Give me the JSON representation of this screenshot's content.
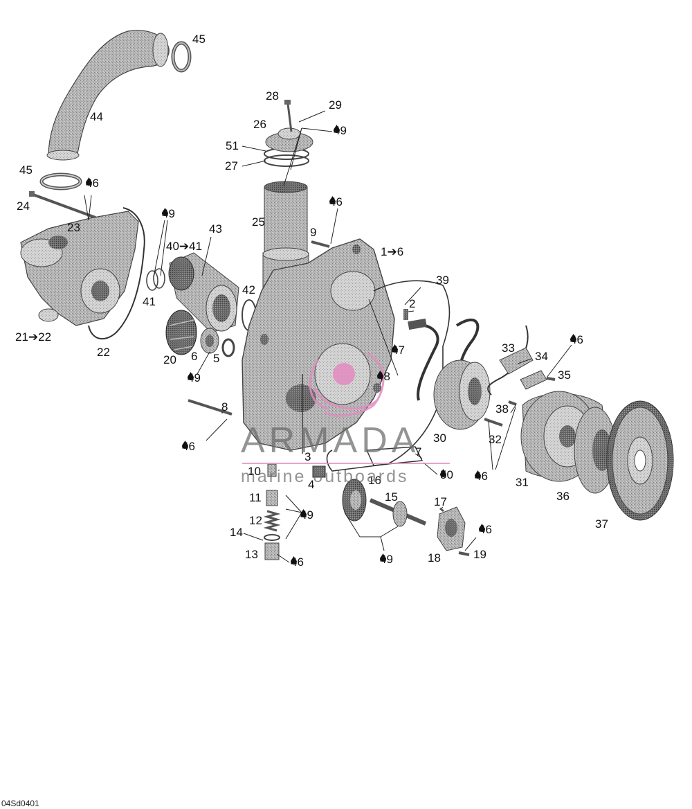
{
  "diagram": {
    "reference": "04Sd0401",
    "watermark": {
      "brand": "ARMADA",
      "subtitle": "marine outboards"
    },
    "colors": {
      "parts": "#a9a9a9",
      "lines": "#222222",
      "watermark_pink": "#e48bc0",
      "watermark_gray": "#6b6b6b"
    },
    "icons": {
      "lubricant": "drop-icon"
    },
    "callouts": [
      {
        "id": "c45a",
        "text": "45"
      },
      {
        "id": "c44",
        "text": "44"
      },
      {
        "id": "c45b",
        "text": "45"
      },
      {
        "id": "c46a",
        "text": "46",
        "drop": true
      },
      {
        "id": "c24",
        "text": "24"
      },
      {
        "id": "c23",
        "text": "23"
      },
      {
        "id": "c21",
        "text": "21➔22"
      },
      {
        "id": "c22",
        "text": "22"
      },
      {
        "id": "c49a",
        "text": "49",
        "drop": true
      },
      {
        "id": "c43",
        "text": "43"
      },
      {
        "id": "c40",
        "text": "40➔41"
      },
      {
        "id": "c41",
        "text": "41"
      },
      {
        "id": "c20",
        "text": "20"
      },
      {
        "id": "c6",
        "text": "6"
      },
      {
        "id": "c5",
        "text": "5"
      },
      {
        "id": "c49b",
        "text": "49",
        "drop": true
      },
      {
        "id": "c28",
        "text": "28"
      },
      {
        "id": "c29",
        "text": "29"
      },
      {
        "id": "c26",
        "text": "26"
      },
      {
        "id": "c49c",
        "text": "49",
        "drop": true
      },
      {
        "id": "c51",
        "text": "51"
      },
      {
        "id": "c27",
        "text": "27"
      },
      {
        "id": "c25",
        "text": "25"
      },
      {
        "id": "c46b",
        "text": "46",
        "drop": true
      },
      {
        "id": "c9",
        "text": "9"
      },
      {
        "id": "c42",
        "text": "42"
      },
      {
        "id": "c1",
        "text": "1➔6"
      },
      {
        "id": "c39",
        "text": "39"
      },
      {
        "id": "c2",
        "text": "2"
      },
      {
        "id": "c47",
        "text": "47",
        "drop": true
      },
      {
        "id": "c48",
        "text": "48",
        "dropAfter": true
      },
      {
        "id": "c33",
        "text": "33"
      },
      {
        "id": "c46c",
        "text": "46",
        "drop": true
      },
      {
        "id": "c34",
        "text": "34"
      },
      {
        "id": "c35",
        "text": "35"
      },
      {
        "id": "c8",
        "text": "8"
      },
      {
        "id": "c46d",
        "text": "46",
        "dropAfter": true
      },
      {
        "id": "c38",
        "text": "38"
      },
      {
        "id": "c32",
        "text": "32"
      },
      {
        "id": "c30",
        "text": "30"
      },
      {
        "id": "c3",
        "text": "3"
      },
      {
        "id": "c7",
        "text": "7"
      },
      {
        "id": "c10",
        "text": "10"
      },
      {
        "id": "c4",
        "text": "4"
      },
      {
        "id": "c16",
        "text": "16"
      },
      {
        "id": "c50",
        "text": "50",
        "drop": true
      },
      {
        "id": "c46e",
        "text": "46",
        "dropAfter": true
      },
      {
        "id": "c31",
        "text": "31"
      },
      {
        "id": "c11",
        "text": "11"
      },
      {
        "id": "c15",
        "text": "15"
      },
      {
        "id": "c17",
        "text": "17"
      },
      {
        "id": "c36",
        "text": "36"
      },
      {
        "id": "c49d",
        "text": "49",
        "drop": true
      },
      {
        "id": "c12",
        "text": "12"
      },
      {
        "id": "c37",
        "text": "37"
      },
      {
        "id": "c14",
        "text": "14"
      },
      {
        "id": "c46f",
        "text": "46",
        "drop": true
      },
      {
        "id": "c13",
        "text": "13"
      },
      {
        "id": "c46g",
        "text": "46",
        "drop": true
      },
      {
        "id": "c18",
        "text": "18"
      },
      {
        "id": "c19",
        "text": "19"
      },
      {
        "id": "c49e",
        "text": "49",
        "drop": true
      }
    ]
  }
}
